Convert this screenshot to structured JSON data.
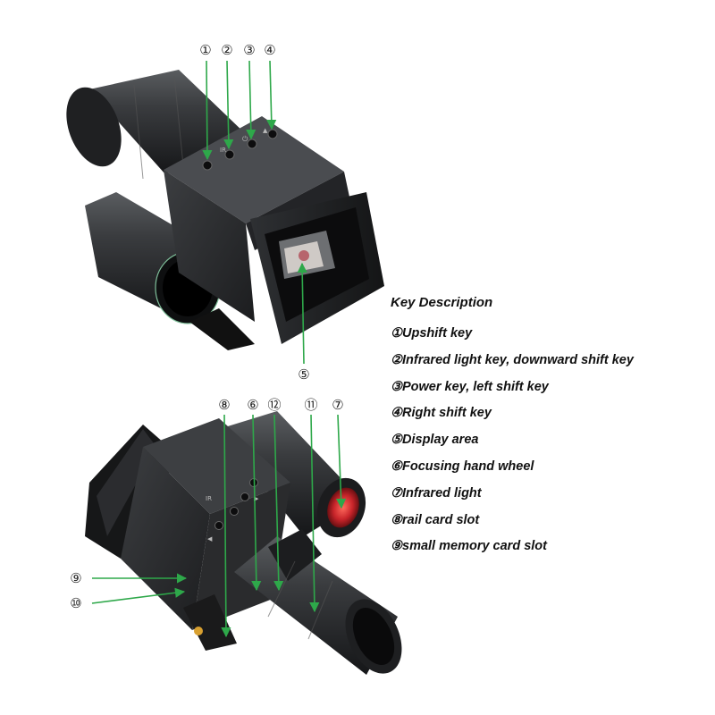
{
  "key_panel": {
    "title": "Key Description",
    "items": [
      "①Upshift key",
      "②Infrared light key, downward shift key",
      "③Power key, left shift key",
      "④Right shift key",
      "⑤Display area",
      "⑥Focusing hand wheel",
      "⑦Infrared light",
      "⑧rail card slot",
      "⑨small memory card slot"
    ]
  },
  "callouts": {
    "top": [
      "①",
      "②",
      "③",
      "④",
      "⑤"
    ],
    "bottom": [
      "⑧",
      "⑥",
      "⑫",
      "⑪",
      "⑦",
      "⑨",
      "⑩"
    ]
  },
  "colors": {
    "arrow": "#2ea84a",
    "device_body": "#2a2c2e",
    "infrared_light": "#c8242a"
  },
  "icons": [
    "left-arrow-icon",
    "ir-icon",
    "power-icon",
    "right-arrow-icon"
  ]
}
